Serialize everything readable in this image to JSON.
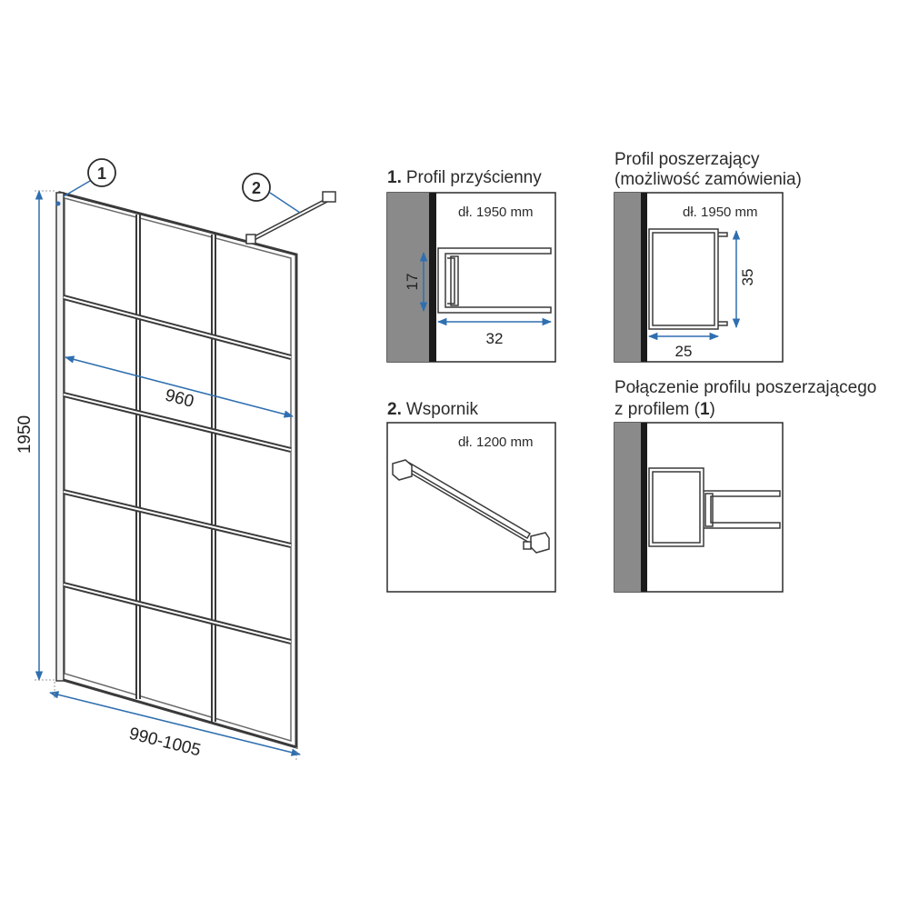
{
  "colors": {
    "dimension_line": "#2f6fb0",
    "wall": "#8a8a8a",
    "profile_dark": "#1b1b1b",
    "frame": "#3a3a3a"
  },
  "main_drawing": {
    "callout_1": "1",
    "callout_2": "2",
    "height_dim": "1950",
    "glass_width_dim": "960",
    "total_width_dim": "990-1005"
  },
  "panel_profil_przyscienny": {
    "title_number": "1.",
    "title_text": "Profil przyścienny",
    "length_label": "dł. 1950 mm",
    "dim_vertical": "17",
    "dim_horizontal": "32"
  },
  "panel_profil_poszerzajacy": {
    "title_line1": "Profil poszerzający",
    "title_line2": "(możliwość zamówienia)",
    "length_label": "dł. 1950 mm",
    "dim_vertical": "35",
    "dim_horizontal": "25"
  },
  "panel_wspornik": {
    "title_number": "2.",
    "title_text": "Wspornik",
    "length_label": "dł. 1200 mm"
  },
  "panel_polaczenie": {
    "title_line1": "Połączenie profilu poszerzającego",
    "title_line2_prefix": "z profilem (",
    "title_line2_bold": "1",
    "title_line2_suffix": ")"
  }
}
